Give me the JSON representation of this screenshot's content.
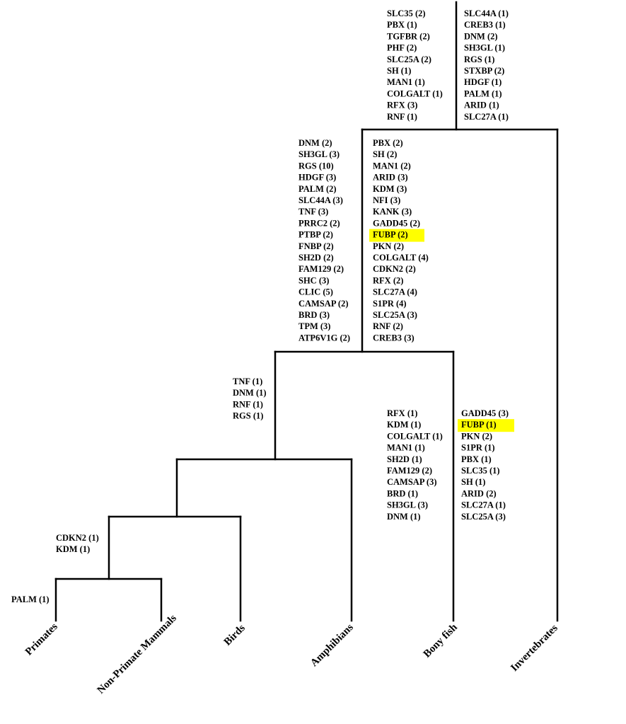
{
  "tree": {
    "taxa": [
      "Primates",
      "Non-Primate Mammals",
      "Birds",
      "Amphibians",
      "Bony fish",
      "Invertebrates"
    ],
    "highlight_color": "#ffff00",
    "label_groups": [
      {
        "id": "root-left",
        "items": [
          "SLC35 (2)",
          "PBX (1)",
          "TGFBR (2)",
          "PHF (2)",
          "SLC25A (2)",
          "SH (1)",
          "MAN1 (1)",
          "COLGALT (1)",
          "RFX (3)",
          "RNF (1)"
        ],
        "highlight": []
      },
      {
        "id": "root-right",
        "items": [
          "SLC44A (1)",
          "CREB3 (1)",
          "DNM (2)",
          "SH3GL (1)",
          "RGS (1)",
          "STXBP (2)",
          "HDGF (1)",
          "PALM (1)",
          "ARID (1)",
          "SLC27A (1)"
        ],
        "highlight": []
      },
      {
        "id": "vertebrate-left",
        "items": [
          "DNM (2)",
          "SH3GL (3)",
          "RGS (10)",
          "HDGF (3)",
          "PALM (2)",
          "SLC44A (3)",
          "TNF (3)",
          "PRRC2 (2)",
          "PTBP (2)",
          "FNBP (2)",
          "SH2D (2)",
          "FAM129 (2)",
          "SHC (3)",
          "CLIC (5)",
          "CAMSAP (2)",
          "BRD (3)",
          "TPM (3)",
          "ATP6V1G (2)"
        ],
        "highlight": []
      },
      {
        "id": "vertebrate-right",
        "items": [
          "PBX (2)",
          "SH (2)",
          "MAN1 (2)",
          "ARID (3)",
          "KDM (3)",
          "NFI (3)",
          "KANK (3)",
          "GADD45 (2)",
          "FUBP (2)",
          "PKN (2)",
          "COLGALT (4)",
          "CDKN2 (2)",
          "RFX (2)",
          "SLC27A (4)",
          "S1PR (4)",
          "SLC25A (3)",
          "RNF (2)",
          "CREB3 (3)"
        ],
        "highlight": [
          8
        ]
      },
      {
        "id": "tetrapod",
        "items": [
          "TNF (1)",
          "DNM (1)",
          "RNF (1)",
          "RGS (1)"
        ],
        "highlight": []
      },
      {
        "id": "fish-left",
        "items": [
          "RFX (1)",
          "KDM (1)",
          "COLGALT (1)",
          "MAN1 (1)",
          "SH2D (1)",
          "FAM129 (2)",
          "CAMSAP (3)",
          "BRD (1)",
          "SH3GL (3)",
          "DNM (1)"
        ],
        "highlight": []
      },
      {
        "id": "fish-right",
        "items": [
          "GADD45 (3)",
          "FUBP (1)",
          "PKN (2)",
          "S1PR (1)",
          "PBX (1)",
          "SLC35 (1)",
          "SH (1)",
          "ARID (2)",
          "SLC27A (1)",
          "SLC25A (3)"
        ],
        "highlight": [
          1
        ]
      },
      {
        "id": "mammal",
        "items": [
          "CDKN2 (1)",
          "KDM (1)"
        ],
        "highlight": []
      },
      {
        "id": "primate",
        "items": [
          "PALM (1)"
        ],
        "highlight": []
      }
    ]
  }
}
